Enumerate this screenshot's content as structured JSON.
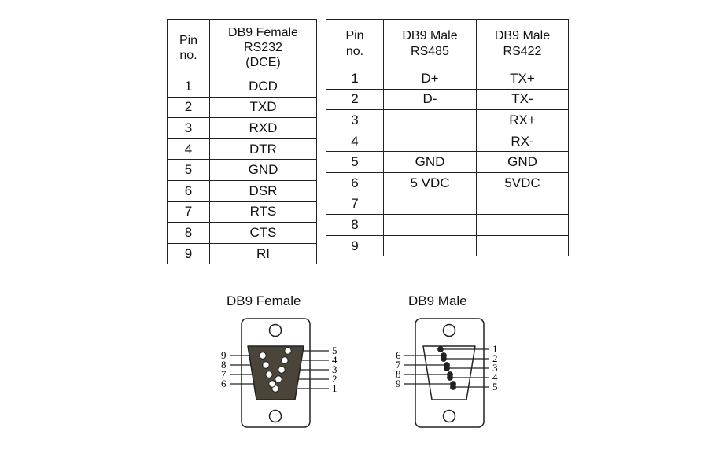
{
  "female_table": {
    "headers": [
      "Pin no.",
      "DB9 Female RS232 (DCE)"
    ],
    "rows": [
      [
        "1",
        "DCD"
      ],
      [
        "2",
        "TXD"
      ],
      [
        "3",
        "RXD"
      ],
      [
        "4",
        "DTR"
      ],
      [
        "5",
        "GND"
      ],
      [
        "6",
        "DSR"
      ],
      [
        "7",
        "RTS"
      ],
      [
        "8",
        "CTS"
      ],
      [
        "9",
        "RI"
      ]
    ]
  },
  "male_table": {
    "headers": [
      "Pin no.",
      "DB9 Male RS485",
      "DB9 Male RS422"
    ],
    "rows": [
      [
        "1",
        "D+",
        "TX+"
      ],
      [
        "2",
        "D-",
        "TX-"
      ],
      [
        "3",
        "",
        "RX+"
      ],
      [
        "4",
        "",
        "RX-"
      ],
      [
        "5",
        "GND",
        "GND"
      ],
      [
        "6",
        "5 VDC",
        "5VDC"
      ],
      [
        "7",
        "",
        ""
      ],
      [
        "8",
        "",
        ""
      ],
      [
        "9",
        "",
        ""
      ]
    ]
  },
  "female_connector": {
    "title": "DB9 Female",
    "left_labels": [
      "9",
      "8",
      "7",
      "6"
    ],
    "right_labels": [
      "5",
      "4",
      "3",
      "2",
      "1"
    ]
  },
  "male_connector": {
    "title": "DB9 Male",
    "left_labels": [
      "6",
      "7",
      "8",
      "9"
    ],
    "right_labels": [
      "1",
      "2",
      "3",
      "4",
      "5"
    ]
  },
  "colors": {
    "line": "#222222",
    "shell_fill": "#4a4538",
    "pin": "#ffffff"
  }
}
